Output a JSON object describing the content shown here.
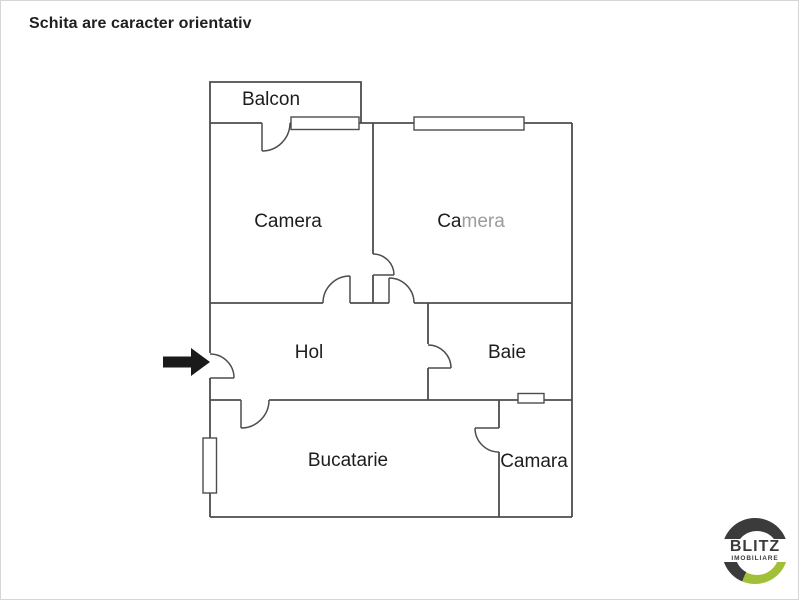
{
  "page": {
    "disclaimer": "Schita are caracter orientativ"
  },
  "floor_plan": {
    "rooms": {
      "balcon": {
        "label": "Balcon"
      },
      "camera_left": {
        "label": "Camera"
      },
      "camera_right": {
        "label_dark": "Ca",
        "label_light": "mera"
      },
      "hol": {
        "label": "Hol"
      },
      "baie": {
        "label": "Baie"
      },
      "bucatarie": {
        "label": "Bucatarie"
      },
      "camara": {
        "label": "Camara"
      }
    },
    "wall_color": "#4d4d4d",
    "label_color": "#1d1d1d",
    "faded_label_color": "#9c9c9c",
    "entrance_arrow_color": "#1a1a1a"
  },
  "logo": {
    "brand": "BLITZ",
    "subtitle": "IMOBILIARE",
    "ring_color": "#3b3b3c",
    "accent_color": "#a2c037"
  }
}
